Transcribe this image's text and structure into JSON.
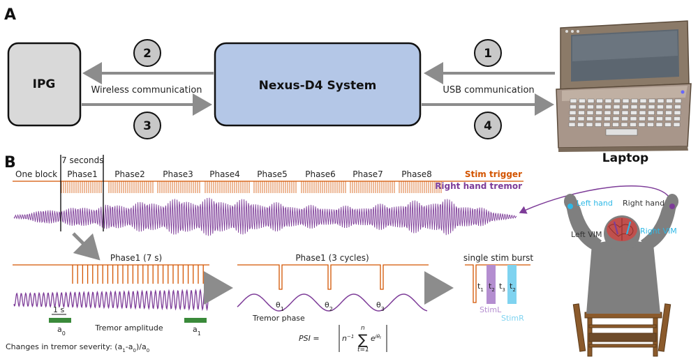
{
  "panel_a": {
    "letter": "A",
    "ipg_label": "IPG",
    "nexus_label": "Nexus-D4 System",
    "laptop_label": "Laptop",
    "wireless_label": "Wireless communication",
    "usb_label": "USB communication",
    "step_labels": [
      "1",
      "2",
      "3",
      "4"
    ]
  },
  "panel_b": {
    "letter": "B",
    "seven_seconds": "7 seconds",
    "one_block": "One block",
    "phases": [
      "Phase1",
      "Phase2",
      "Phase3",
      "Phase4",
      "Phase5",
      "Phase6",
      "Phase7",
      "Phase8"
    ],
    "stim_trigger": "Stim trigger",
    "right_hand_tremor": "Right hand tremor",
    "left_hand": "Left hand",
    "right_hand": "Right hand",
    "left_vim": "Left VIM",
    "right_vim": "Right VIM",
    "detail1_title": "Phase1 (7 s)",
    "one_s": "1 s",
    "a0": "a",
    "a0_sub": "0",
    "a1": "a",
    "a1_sub": "1",
    "tremor_amplitude": "Tremor amplitude",
    "detail2_title": "Phase1 (3 cycles)",
    "theta_labels": [
      "θ",
      "θ",
      "θ"
    ],
    "theta_subs": [
      "1",
      "2",
      "3"
    ],
    "tremor_phase": "Tremor phase",
    "psi_formula": "PSI =",
    "psi_n_inv": "n",
    "psi_exp": "−1",
    "psi_sum_top": "n",
    "psi_sum_bottom": "t=1",
    "psi_e": "e",
    "psi_e_exp": "iθ",
    "psi_e_sub": "t",
    "burst_title": "single stim burst",
    "t_labels": [
      "t",
      "t",
      "t",
      "t"
    ],
    "t_subs": [
      "1",
      "2",
      "3",
      "2"
    ],
    "stim_l": "StimL",
    "stim_r": "StimR",
    "changes_label": "Changes in tremor severity: (a",
    "changes_rest": "-a",
    "changes_close": ")/a"
  },
  "colors": {
    "ipg_fill": "#d9d9d9",
    "nexus_fill": "#b4c7e7",
    "arrow_gray": "#8c8c8c",
    "stim_orange": "#d35400",
    "tremor_purple": "#7d3c98",
    "green_bar": "#3a8a3a",
    "stim_l_purple": "#b48ed0",
    "stim_r_blue": "#7fd3f0"
  }
}
